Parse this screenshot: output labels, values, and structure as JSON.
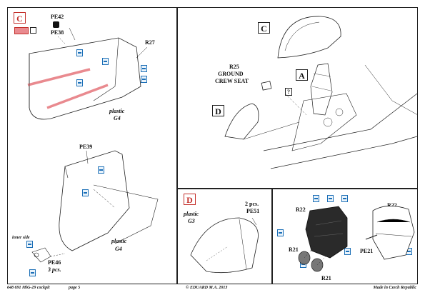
{
  "sections": {
    "c": {
      "letter": "C",
      "labels": {
        "pe42": "PE42",
        "pe38": "PE38",
        "r27": "R27",
        "plastic": "plastic",
        "g4_top": "G4",
        "pe39": "PE39",
        "plastic2": "plastic",
        "g4_bottom": "G4",
        "inner_side": "inner side",
        "pe46": "PE46",
        "pe46_qty": "3 pcs."
      },
      "colors": {
        "highlight": "#e98a8f",
        "swatch": "#e98a8f"
      }
    },
    "right_top": {
      "labels": {
        "c_letter": "C",
        "r25": "R25",
        "ground": "GROUND",
        "crew_seat": "CREW SEAT",
        "a_letter": "A",
        "q": "?",
        "d_letter": "D"
      }
    },
    "d": {
      "letter": "D",
      "labels": {
        "plastic": "plastic",
        "g3": "G3",
        "pcs": "2 pcs.",
        "pe51": "PE51"
      }
    },
    "seats": {
      "labels": {
        "r22_left": "R22",
        "r22_right": "R22",
        "r21_top": "R21",
        "r21_bottom": "R21",
        "pe21": "PE21"
      }
    }
  },
  "footer": {
    "left": "648 691 MiG-29 cockpit",
    "page": "page 5",
    "center": "© EDUARD  M.A. 2013",
    "right": "Made in Czech Republic"
  },
  "colors": {
    "accent_red": "#c4302b",
    "tag_blue": "#1c6fb7",
    "line": "#222222"
  }
}
